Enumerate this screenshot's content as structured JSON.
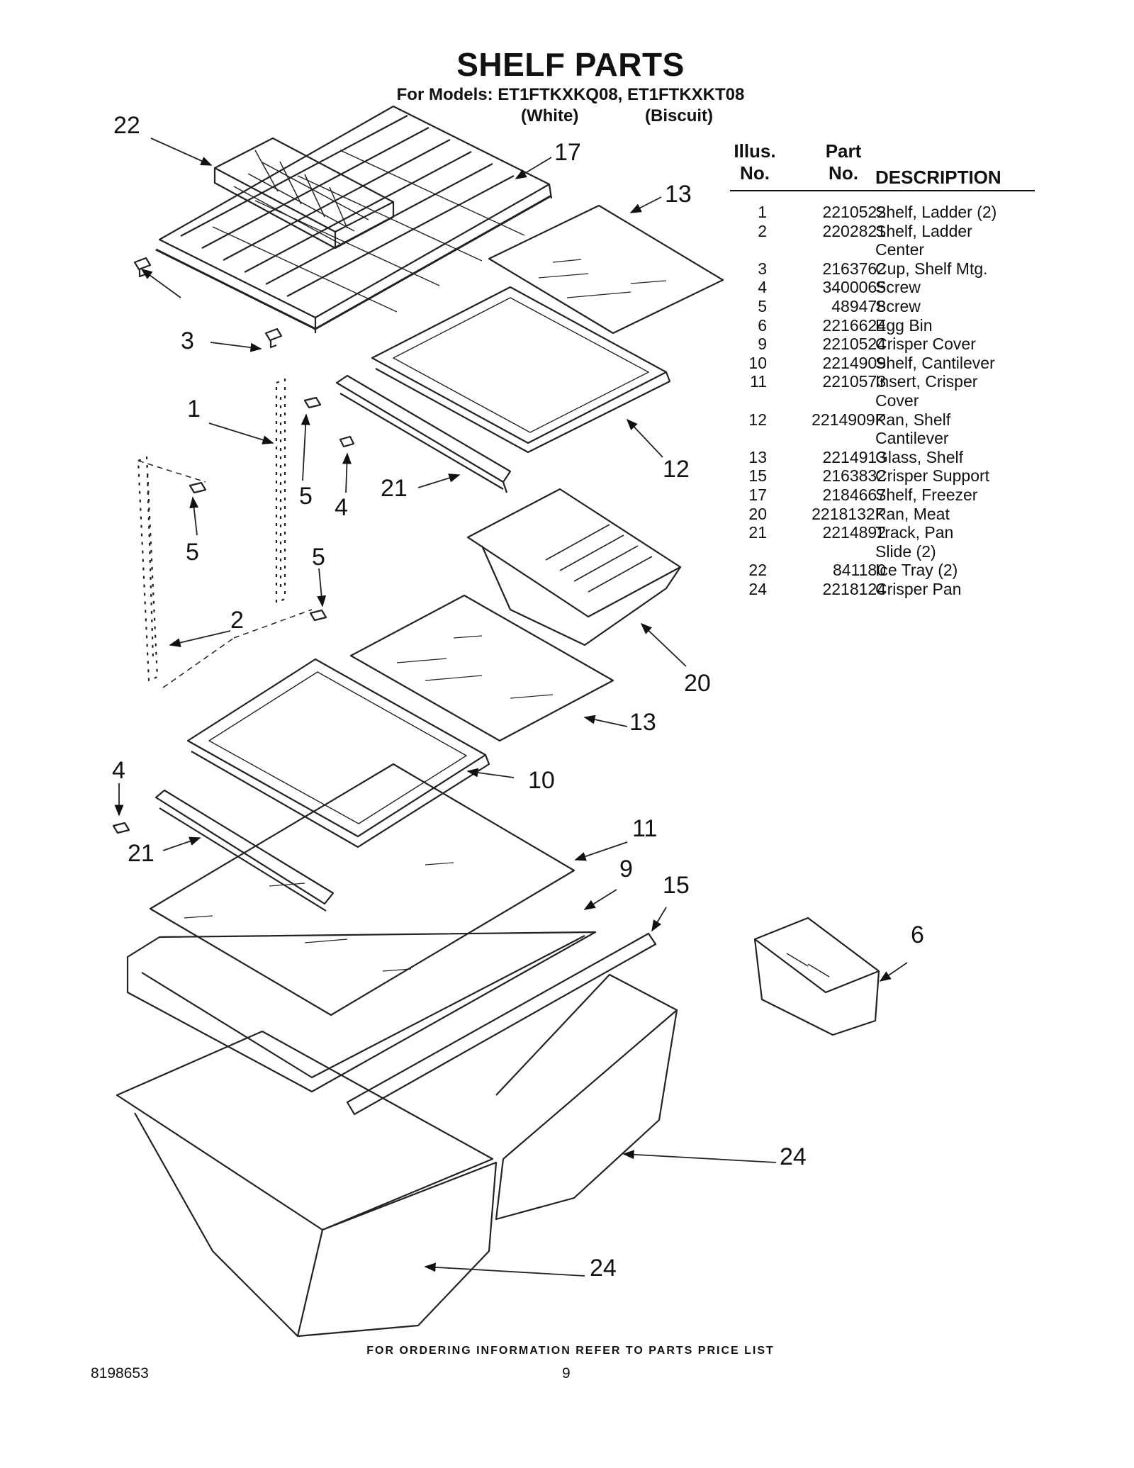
{
  "header": {
    "title": "SHELF PARTS",
    "models": "For Models: ET1FTKXKQ08, ET1FTKXKT08",
    "variant_1": "(White)",
    "variant_2": "(Biscuit)"
  },
  "table": {
    "col_illus": "Illus.\nNo.",
    "col_part": "Part\nNo.",
    "col_desc": "DESCRIPTION",
    "rows": [
      {
        "illus": "1",
        "part": "2210522",
        "desc": "Shelf, Ladder (2)"
      },
      {
        "illus": "2",
        "part": "2202821",
        "desc": "Shelf, Ladder\nCenter"
      },
      {
        "illus": "3",
        "part": "2163762",
        "desc": "Cup, Shelf Mtg."
      },
      {
        "illus": "4",
        "part": "3400065",
        "desc": "Screw"
      },
      {
        "illus": "5",
        "part": "489478",
        "desc": "Screw"
      },
      {
        "illus": "6",
        "part": "2216624",
        "desc": "Egg Bin"
      },
      {
        "illus": "9",
        "part": "2210524",
        "desc": "Crisper Cover"
      },
      {
        "illus": "10",
        "part": "2214909",
        "desc": "Shelf, Cantilever"
      },
      {
        "illus": "11",
        "part": "2210573",
        "desc": "Insert, Crisper\nCover"
      },
      {
        "illus": "12",
        "part": "2214909K",
        "desc": "Pan, Shelf\nCantilever"
      },
      {
        "illus": "13",
        "part": "2214913",
        "desc": "Glass, Shelf"
      },
      {
        "illus": "15",
        "part": "2163832",
        "desc": "Crisper Support"
      },
      {
        "illus": "17",
        "part": "2184667",
        "desc": "Shelf, Freezer"
      },
      {
        "illus": "20",
        "part": "2218132K",
        "desc": "Pan, Meat"
      },
      {
        "illus": "21",
        "part": "2214892",
        "desc": "Track, Pan\nSlide (2)"
      },
      {
        "illus": "22",
        "part": "841180",
        "desc": "Ice Tray (2)"
      },
      {
        "illus": "24",
        "part": "2218124",
        "desc": "Crisper Pan"
      }
    ]
  },
  "callouts": {
    "c22": "22",
    "c17": "17",
    "c13a": "13",
    "c3": "3",
    "c1": "1",
    "c5a": "5",
    "c4a": "4",
    "c21a": "21",
    "c12": "12",
    "c5b": "5",
    "c5c": "5",
    "c2": "2",
    "c20": "20",
    "c13b": "13",
    "c4b": "4",
    "c10": "10",
    "c11": "11",
    "c21b": "21",
    "c9": "9",
    "c15": "15",
    "c6": "6",
    "c24a": "24",
    "c24b": "24"
  },
  "footer": {
    "ordering": "FOR ORDERING INFORMATION REFER TO PARTS PRICE LIST",
    "doc_number": "8198653",
    "page_number": "9"
  }
}
